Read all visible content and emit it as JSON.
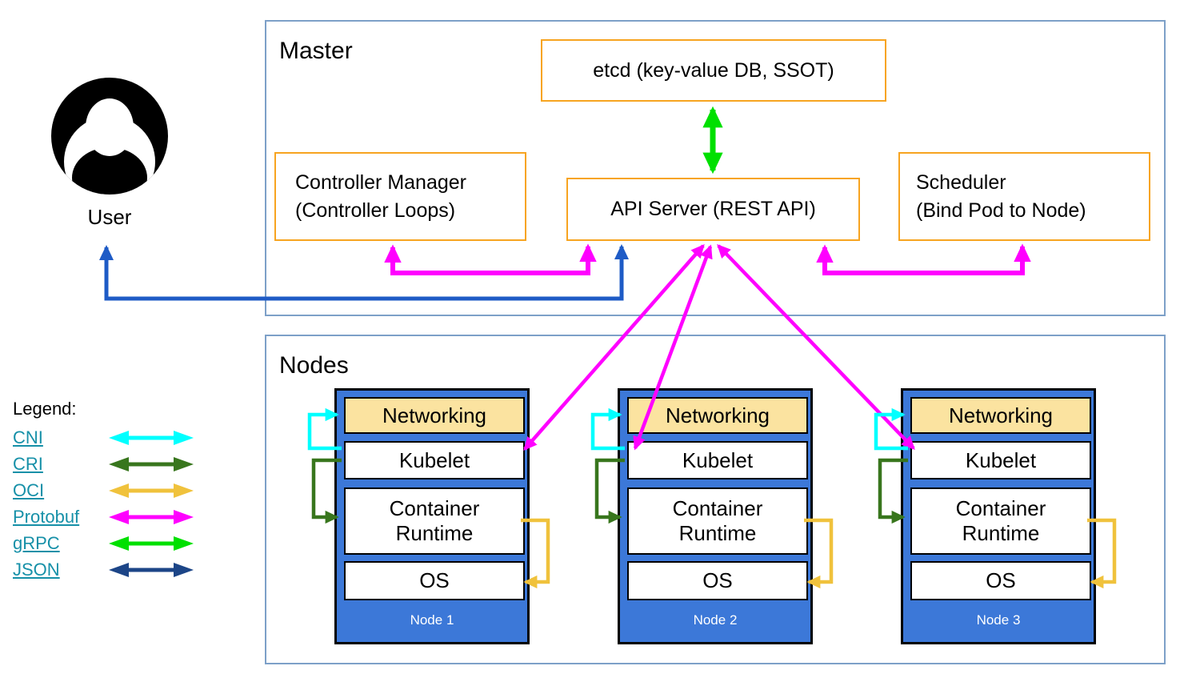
{
  "master": {
    "title": "Master",
    "etcd": {
      "label": "etcd (key-value DB, SSOT)"
    },
    "controller_manager": {
      "line1": "Controller Manager",
      "line2": "(Controller Loops)"
    },
    "api_server": {
      "label": "API Server (REST API)"
    },
    "scheduler": {
      "line1": "Scheduler",
      "line2": "(Bind Pod to Node)"
    }
  },
  "user": {
    "label": "User"
  },
  "nodes_section": {
    "title": "Nodes",
    "items": [
      {
        "name": "Node 1",
        "layers": [
          "Networking",
          "Kubelet",
          "Container Runtime",
          "OS"
        ]
      },
      {
        "name": "Node 2",
        "layers": [
          "Networking",
          "Kubelet",
          "Container Runtime",
          "OS"
        ]
      },
      {
        "name": "Node 3",
        "layers": [
          "Networking",
          "Kubelet",
          "Container Runtime",
          "OS"
        ]
      }
    ]
  },
  "legend": {
    "title": "Legend:",
    "link_color": "#1690a8",
    "items": [
      {
        "label": "CNI",
        "color": "#00ffff"
      },
      {
        "label": "CRI",
        "color": "#38761d"
      },
      {
        "label": "OCI",
        "color": "#f0c23c"
      },
      {
        "label": "Protobuf",
        "color": "#ff00ff"
      },
      {
        "label": "gRPC",
        "color": "#00e000"
      },
      {
        "label": "JSON",
        "color": "#1c4587"
      }
    ]
  },
  "colors": {
    "section_border": "#7da0c8",
    "component_border_orange": "#f7a420",
    "node_fill_blue": "#3c78d8",
    "networking_fill": "#fbe3a0",
    "user_api_arrow_blue": "#1e5bc6"
  }
}
